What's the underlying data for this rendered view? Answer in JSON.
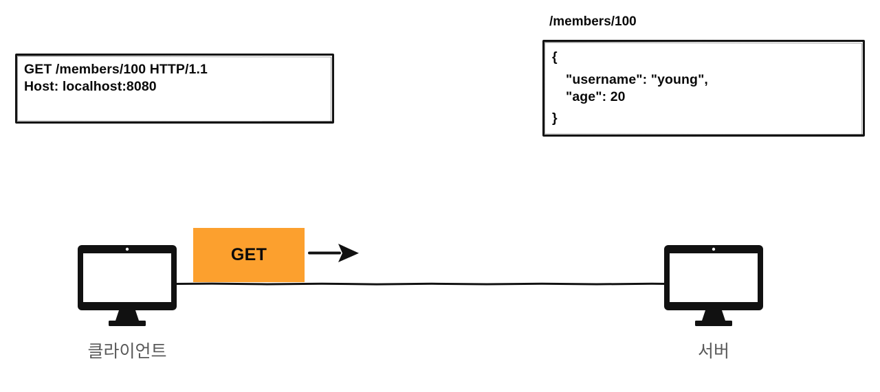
{
  "diagram": {
    "title": "HTTP GET request and JSON response between client and server",
    "colors": {
      "badge_orange": "#fca02e",
      "stroke_black": "#111111",
      "label_gray": "#595959",
      "background": "#ffffff"
    }
  },
  "request_box": {
    "line_1": "GET /members/100 HTTP/1.1",
    "line_2": "Host: localhost:8080"
  },
  "response_box": {
    "endpoint_label": "/members/100",
    "line_1": "{",
    "line_2": "\"username\": \"young\",",
    "line_3": "\"age\": 20",
    "line_4": "}"
  },
  "flow": {
    "method_badge": "GET",
    "arrow_direction": "right",
    "arrow_icon": "arrow-right-icon"
  },
  "nodes": [
    {
      "id": "client",
      "label": "클라이언트",
      "icon": "monitor-icon"
    },
    {
      "id": "server",
      "label": "서버",
      "icon": "monitor-icon"
    }
  ]
}
